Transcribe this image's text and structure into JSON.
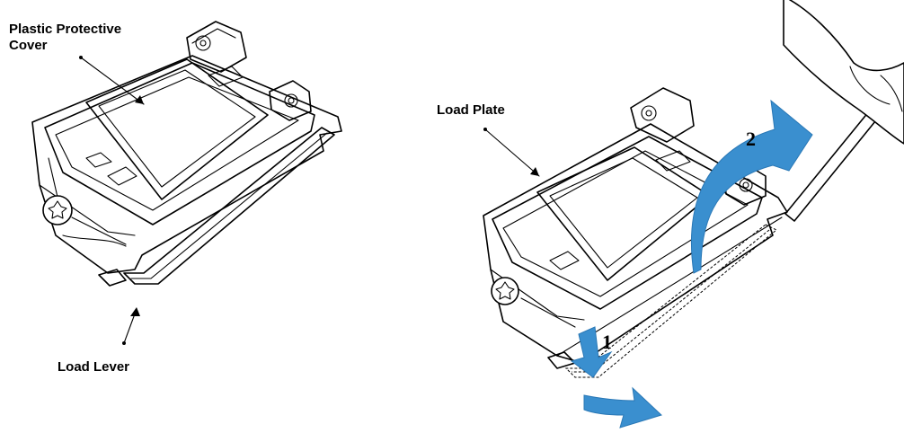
{
  "labels": {
    "plastic_cover_line1": "Plastic Protective",
    "plastic_cover_line2": "Cover",
    "load_lever": "Load Lever",
    "load_plate": "Load Plate"
  },
  "steps": {
    "one": "1",
    "two": "2"
  },
  "colors": {
    "arrow": "#3a8fcf",
    "line": "#000000",
    "background": "#ffffff"
  },
  "icons": [
    "screw-icon",
    "curved-arrow-icon",
    "hand-icon"
  ]
}
